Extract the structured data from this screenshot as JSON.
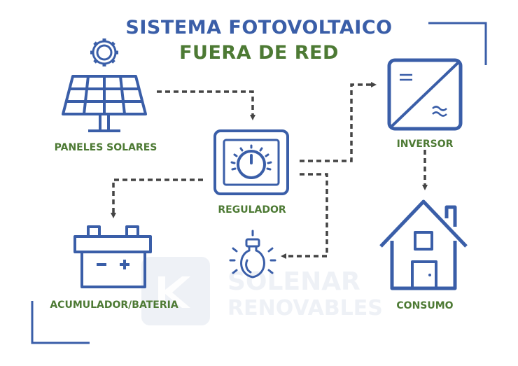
{
  "title": {
    "line1": "SISTEMA FOTOVOLTAICO",
    "line2": "FUERA DE RED"
  },
  "nodes": {
    "panels": "PANELES SOLARES",
    "regulator": "REGULADOR",
    "inverter": "INVERSOR",
    "battery": "ACUMULADOR/BATERIA",
    "consumption": "CONSUMO"
  },
  "watermark": {
    "line1": "SOLENAR",
    "line2": "RENOVABLES"
  },
  "colors": {
    "icon_blue": "#3a5ea8",
    "label_green": "#4d7a34",
    "arrow_gray": "#444444",
    "watermark": "#eef1f6"
  }
}
